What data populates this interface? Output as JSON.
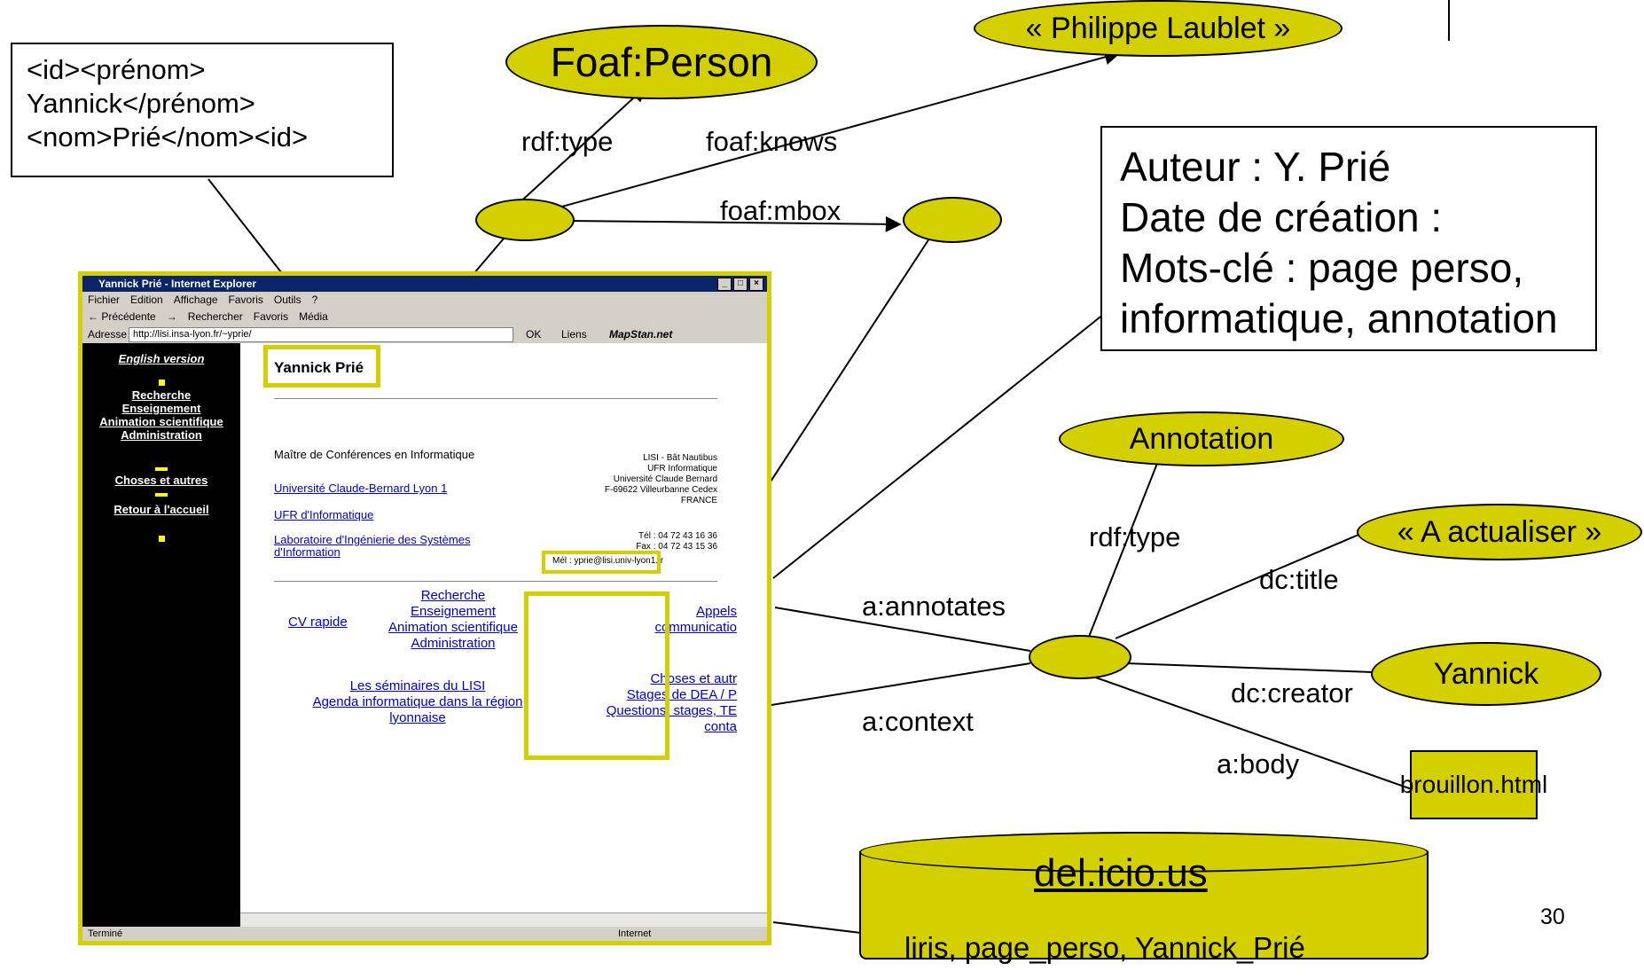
{
  "xml_box": {
    "line1": "<id><prénom>",
    "line2": "Yannick</prénom>",
    "line3": "<nom>Prié</nom><id>"
  },
  "nodes": {
    "foaf_person": "Foaf:Person",
    "philippe": "« Philippe Laublet »",
    "annotation": "Annotation",
    "a_actualiser": "« A actualiser »",
    "yannick": "Yannick",
    "brouillon": "brouillon.html"
  },
  "edges": {
    "rdf_type_1": "rdf:type",
    "foaf_knows": "foaf:knows",
    "foaf_mbox": "foaf:mbox",
    "rdf_type_2": "rdf:type",
    "dc_title": "dc:title",
    "a_annotates": "a:annotates",
    "dc_creator": "dc:creator",
    "a_context": "a:context",
    "a_body": "a:body"
  },
  "metadata_box": {
    "line1": "Auteur : Y. Prié",
    "line2": "Date de création :",
    "line3": "Mots-clé : page perso,",
    "line4": "informatique, annotation"
  },
  "delicious": {
    "title": "del.icio.us",
    "tags": "liris, page_perso, Yannick_Prié"
  },
  "page_number": "30",
  "browser": {
    "title": "Yannick Prié - Internet Explorer",
    "menu": [
      "Fichier",
      "Edition",
      "Affichage",
      "Favoris",
      "Outils",
      "?"
    ],
    "toolbar": [
      "← Précédente",
      "→",
      "Rechercher",
      "Favoris",
      "Média"
    ],
    "address_label": "Adresse",
    "address_value": "http://lisi.insa-lyon.fr/~yprie/",
    "go_label": "OK",
    "links_label": "Liens",
    "links_value": "MapStan.net",
    "sidebar": {
      "english": "English version",
      "nav1": "Recherche",
      "nav2": "Enseignement",
      "nav3": "Animation scientifique",
      "nav4": "Administration",
      "choses": "Choses et autres",
      "retour": "Retour à l'accueil"
    },
    "content": {
      "name": "Yannick Prié",
      "role": "Maître de Conférences en Informatique",
      "univ": "Université Claude-Bernard Lyon 1",
      "ufr": "UFR d'Informatique",
      "lab1": "Laboratoire d'Ingénierie des Systèmes",
      "lab2": "d'Information",
      "addr1": "LISI - Bât Nautibus",
      "addr2": "UFR Informatique",
      "addr3": "Université Claude Bernard",
      "addr4": "F-69622 Villeurbanne Cedex",
      "addr5": "FRANCE",
      "tel": "Tél : 04 72 43 16 36",
      "fax": "Fax : 04 72 43 15 36",
      "mel": "Mél : yprie@lisi.univ-lyon1.fr",
      "cv": "CV rapide",
      "rech": "Recherche",
      "ens": "Enseignement",
      "anim": "Animation scientifique",
      "admin": "Administration",
      "appels": "Appels",
      "comm": "communicatio",
      "choses": "Choses et autr",
      "stages": "Stages de DEA / P",
      "questions": "Questions, stages, TE",
      "conta": "conta",
      "sem": "Les séminaires du LISI",
      "agenda1": "Agenda informatique dans la région",
      "agenda2": "lyonnaise"
    },
    "status_left": "Terminé",
    "status_right": "Internet"
  },
  "colors": {
    "node_fill": "#d4d000",
    "stroke": "#000000"
  }
}
